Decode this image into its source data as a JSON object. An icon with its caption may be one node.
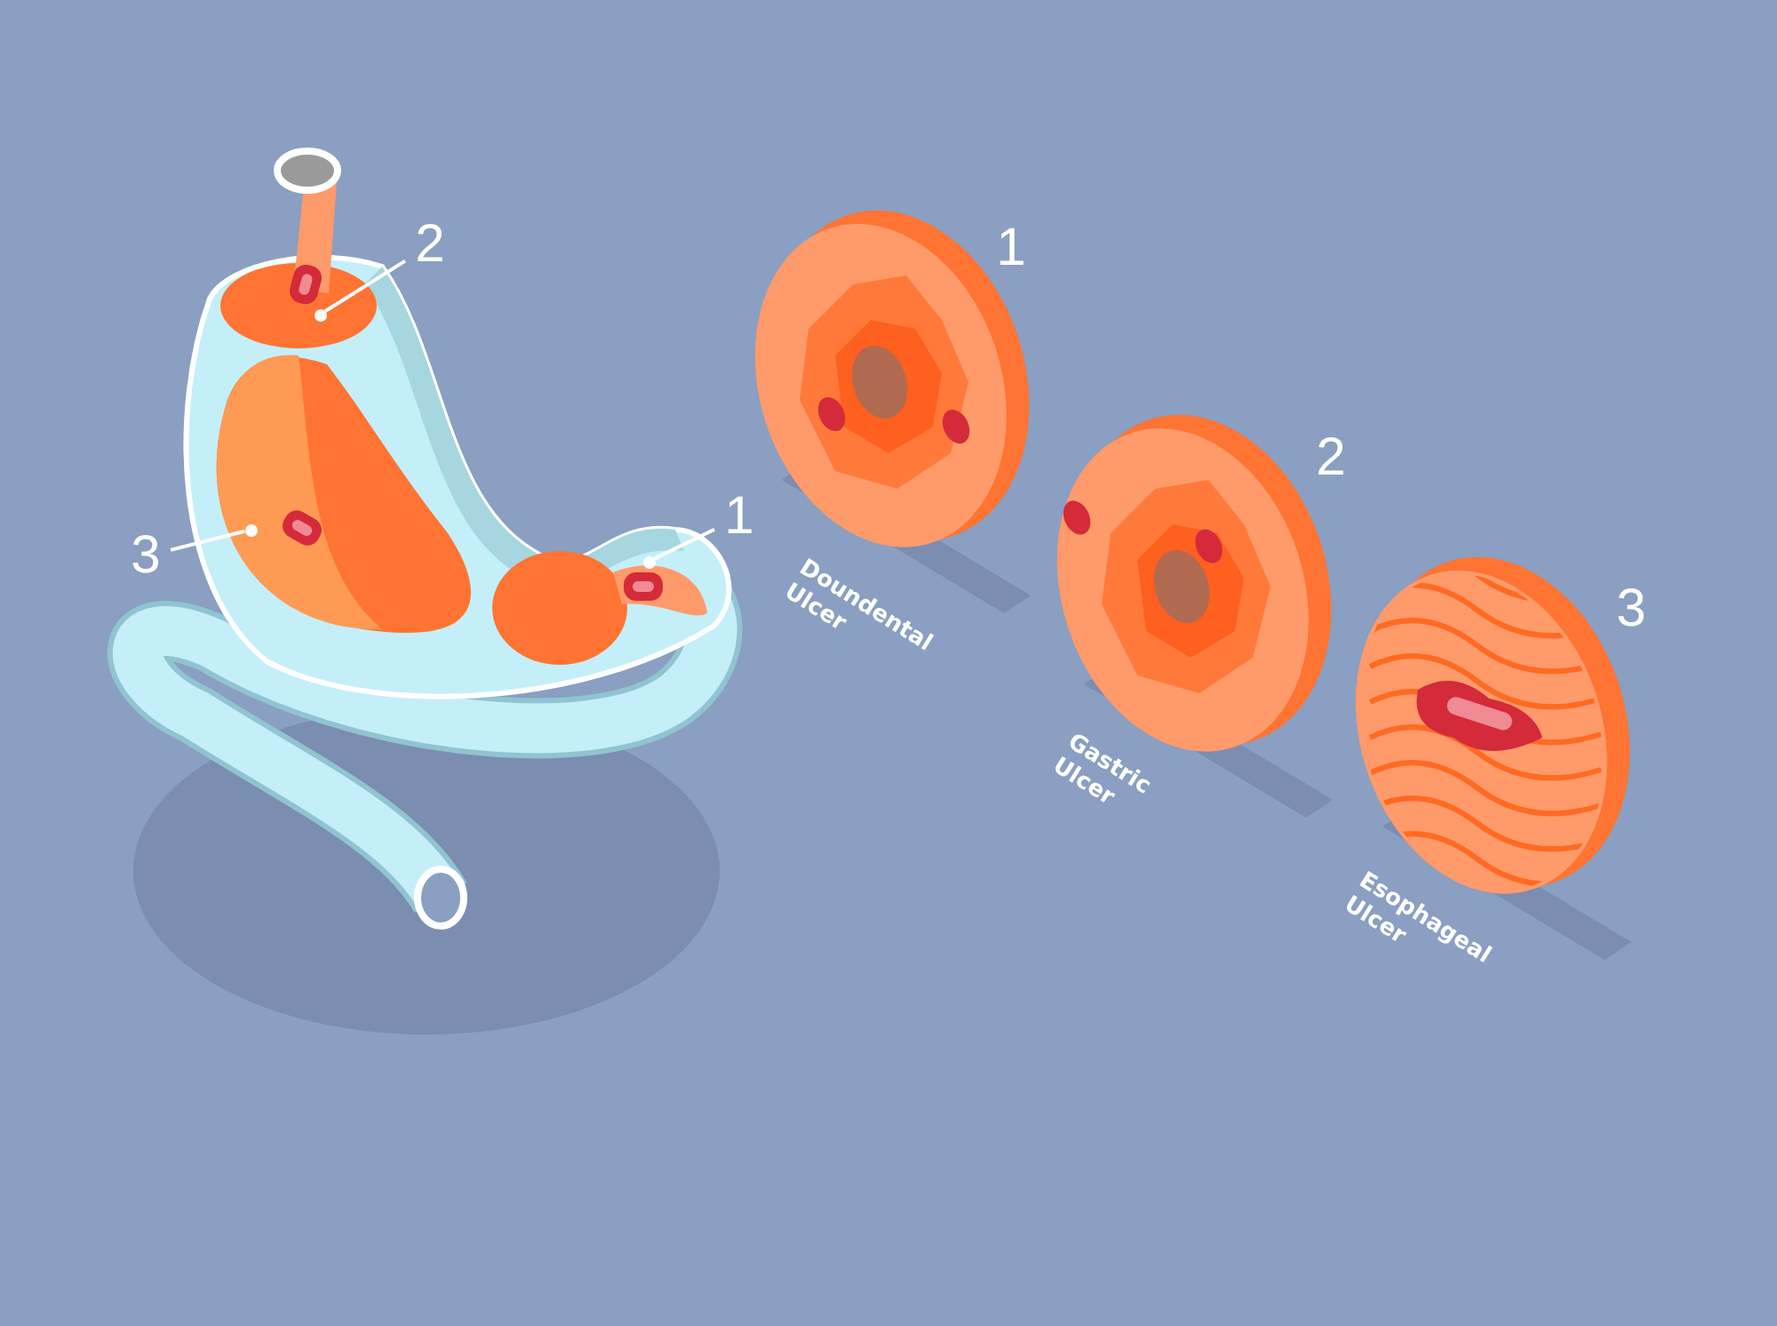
{
  "diagram": {
    "nodes": [
      {
        "text": [
          "2"
        ]
      },
      {
        "text": [],
        "shape": "circle"
      },
      {
        "text": [
          "3"
        ]
      },
      {
        "text": [],
        "shape": "circle"
      },
      {
        "text": [
          "1"
        ]
      },
      {
        "text": [],
        "shape": "circle"
      }
    ],
    "edges": [
      {
        "from": 0,
        "to": 1,
        "arrow": "none"
      },
      {
        "from": 2,
        "to": 3,
        "arrow": "none"
      },
      {
        "from": 4,
        "to": 5,
        "arrow": "none"
      }
    ],
    "labels": [
      "1",
      "Doundental Ulcer",
      "2",
      "Gastric Ulcer",
      "3",
      "Esophageal Ulcer"
    ]
  }
}
